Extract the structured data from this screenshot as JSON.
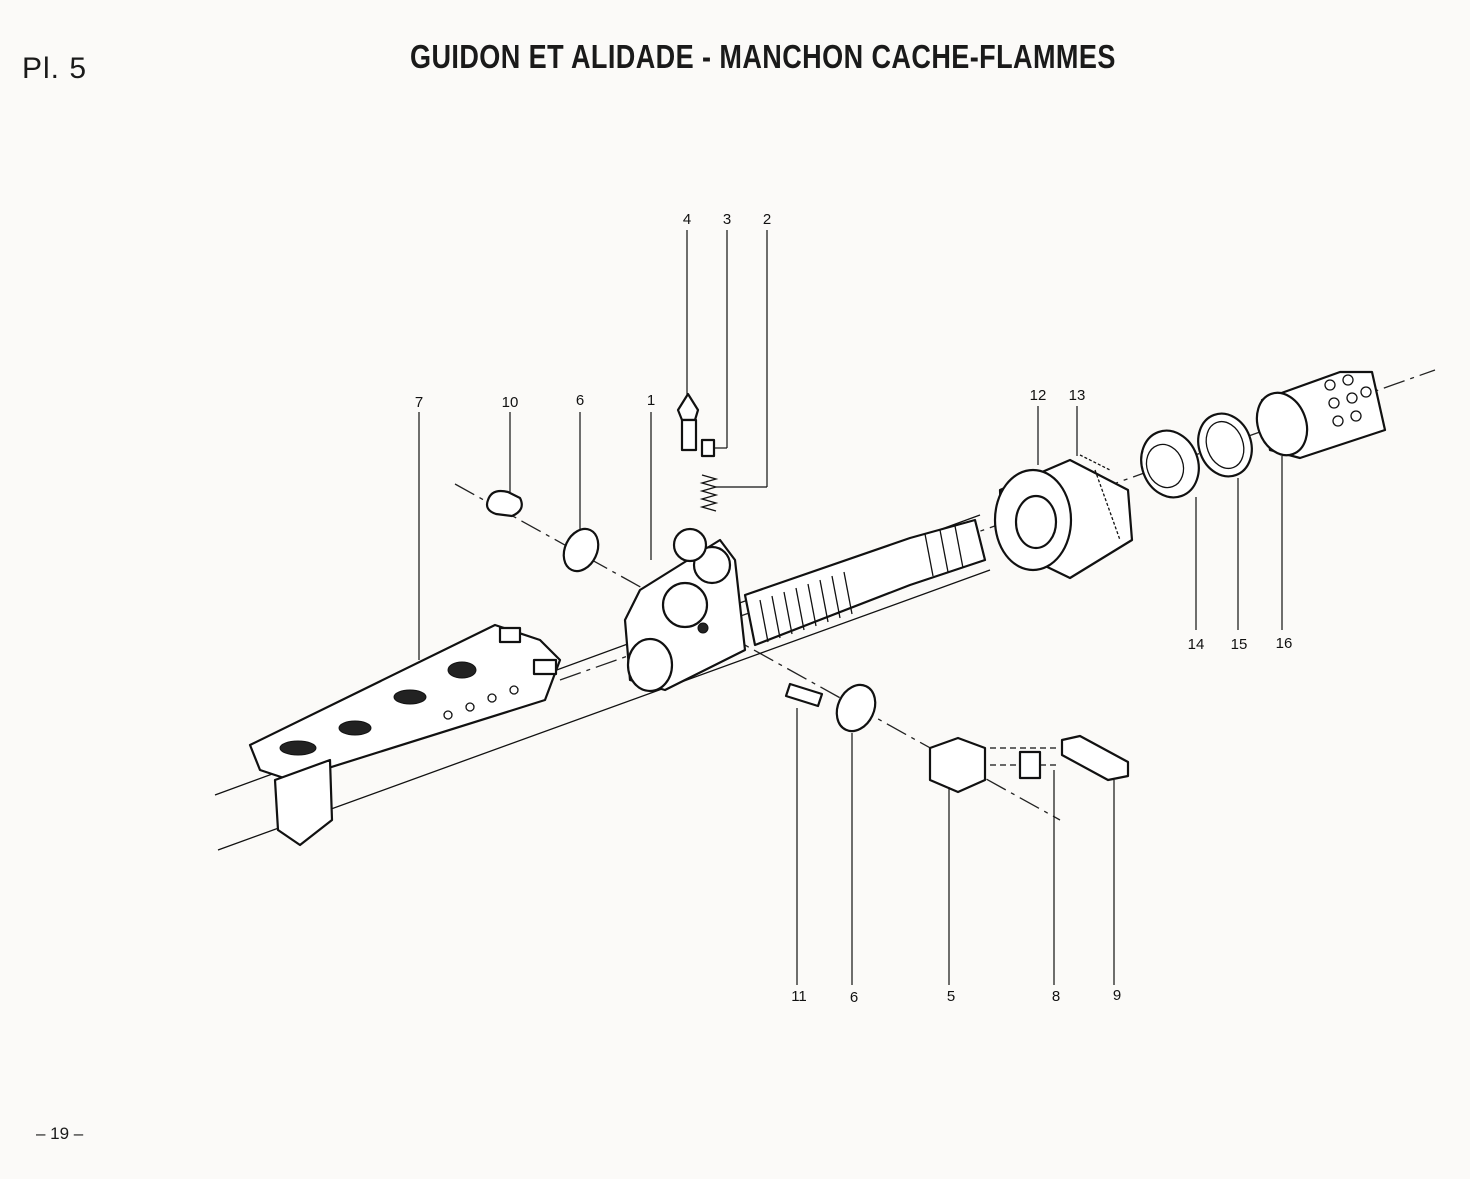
{
  "plate": "Pl. 5",
  "title": "GUIDON ET ALIDADE - MANCHON CACHE-FLAMMES",
  "folio": "– 19 –",
  "callouts": {
    "c1": "1",
    "c2": "2",
    "c3": "3",
    "c4": "4",
    "c5": "5",
    "c6a": "6",
    "c6b": "6",
    "c7": "7",
    "c8": "8",
    "c9": "9",
    "c10": "10",
    "c11": "11",
    "c12": "12",
    "c13": "13",
    "c14": "14",
    "c15": "15",
    "c16": "16"
  }
}
